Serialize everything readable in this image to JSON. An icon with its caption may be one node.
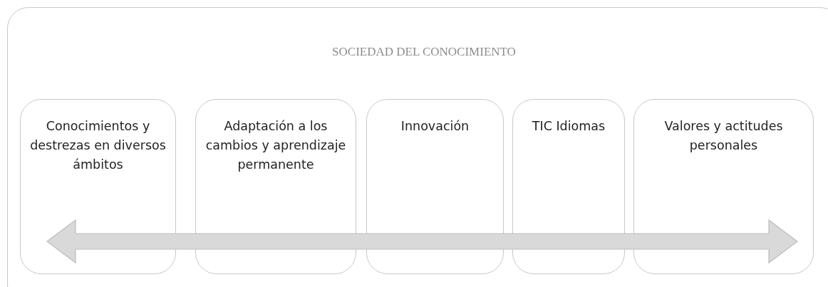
{
  "diagram": {
    "nodes": [
      {
        "text": [
          "SOCIEDAD DEL CONOCIMIENTO"
        ]
      },
      {
        "text": [
          "Conocimientos y destrezas en diversos ámbitos"
        ],
        "in": 0
      },
      {
        "text": [
          "Adaptación a los cambios y aprendizaje permanente"
        ],
        "in": 0
      },
      {
        "text": [
          "Innovación"
        ],
        "in": 0
      },
      {
        "text": [
          "TIC Idiomas"
        ],
        "in": 0
      },
      {
        "text": [
          "Valores y actitudes personales"
        ],
        "in": 0
      }
    ],
    "edges": []
  }
}
